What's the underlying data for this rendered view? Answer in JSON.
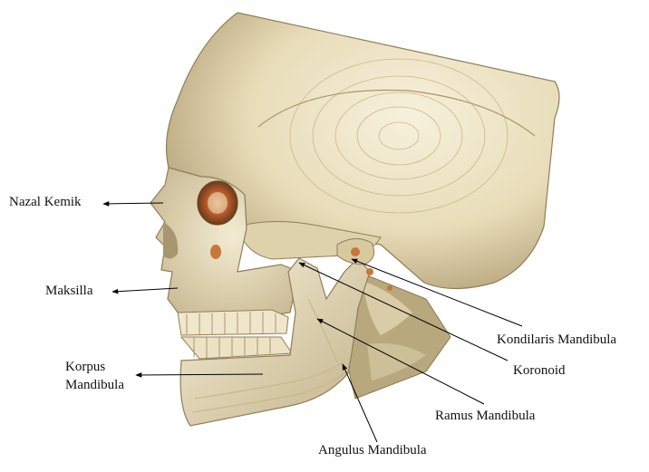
{
  "labels": {
    "nazal_kemik": "Nazal Kemik",
    "maksilla": "Maksilla",
    "korpus_line1": "Korpus",
    "korpus_line2": "Mandibula",
    "kondilaris": "Kondilaris Mandibula",
    "koronoid": "Koronoid",
    "ramus": "Ramus Mandibula",
    "angulus": "Angulus Mandibula"
  },
  "colors": {
    "bone": "#ede3c4",
    "bone_shadow": "#9c8c66",
    "contour": "#b9a77c",
    "highlight": "#d8822e",
    "label_text": "#111111",
    "leader_line": "#000000"
  }
}
